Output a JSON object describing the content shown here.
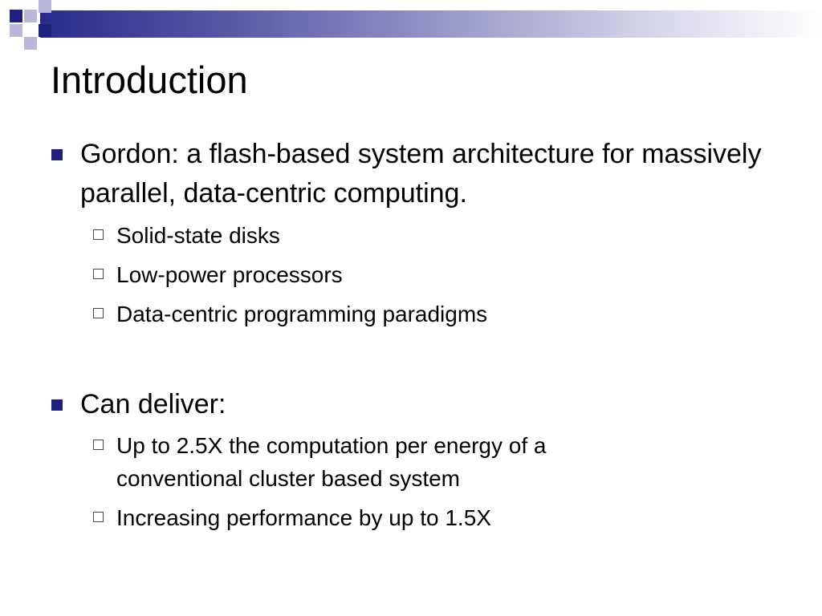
{
  "slide": {
    "title": "Introduction",
    "bullets": [
      {
        "text": "Gordon: a flash-based system architecture for massively parallel, data-centric computing.",
        "sub": [
          "Solid-state disks",
          "Low-power processors",
          "Data-centric programming paradigms"
        ]
      },
      {
        "text": "Can deliver:",
        "sub": [
          "Up to 2.5X the computation per energy of a conventional cluster based system",
          "Increasing performance by up to 1.5X"
        ]
      }
    ]
  },
  "colors": {
    "accent": "#1f1f80",
    "accent_light": "#b7b7dc"
  }
}
